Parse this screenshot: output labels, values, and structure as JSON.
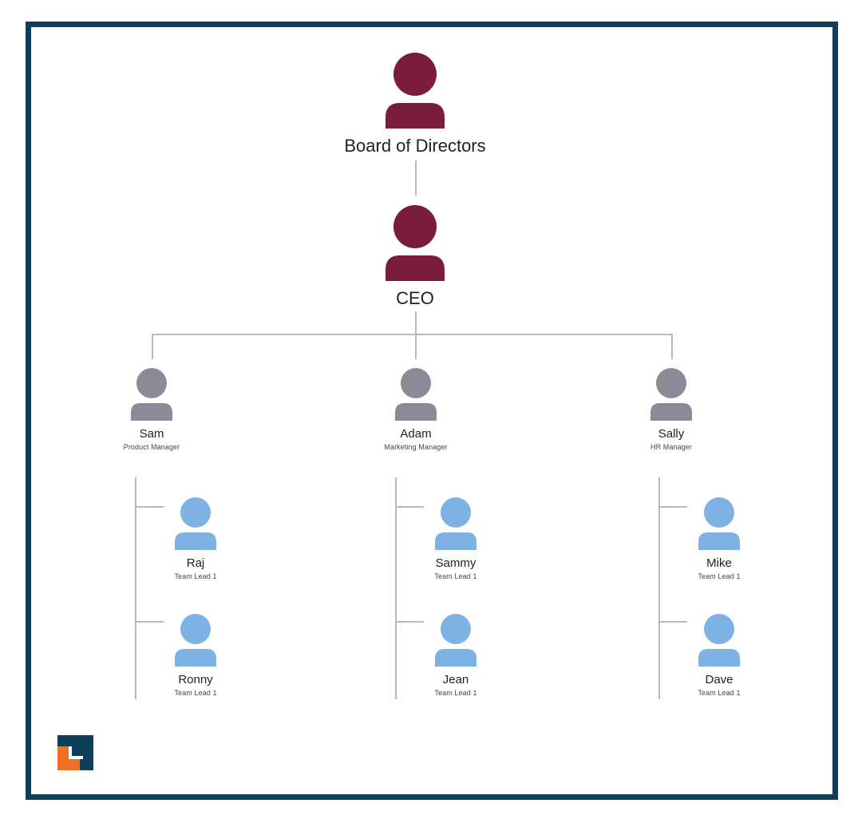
{
  "colors": {
    "frame": "#0e3f5a",
    "top_level": "#7a1d3d",
    "manager": "#8b8a98",
    "team_lead": "#7eb1e4",
    "connector": "#b9b9b9",
    "logo_dark": "#0e3f5a",
    "logo_orange": "#f36f21"
  },
  "board": {
    "name": "Board of Directors",
    "icon": "person-icon"
  },
  "ceo": {
    "name": "CEO",
    "icon": "person-icon"
  },
  "managers": [
    {
      "name": "Sam",
      "role": "Product Manager",
      "leads": [
        {
          "name": "Raj",
          "role": "Team Lead 1"
        },
        {
          "name": "Ronny",
          "role": "Team Lead 1"
        }
      ]
    },
    {
      "name": "Adam",
      "role": "Marketing Manager",
      "leads": [
        {
          "name": "Sammy",
          "role": "Team Lead 1"
        },
        {
          "name": "Jean",
          "role": "Team Lead 1"
        }
      ]
    },
    {
      "name": "Sally",
      "role": "HR Manager",
      "leads": [
        {
          "name": "Mike",
          "role": "Team Lead 1"
        },
        {
          "name": "Dave",
          "role": "Team Lead 1"
        }
      ]
    }
  ],
  "logo": {
    "icon": "company-logo-icon"
  }
}
